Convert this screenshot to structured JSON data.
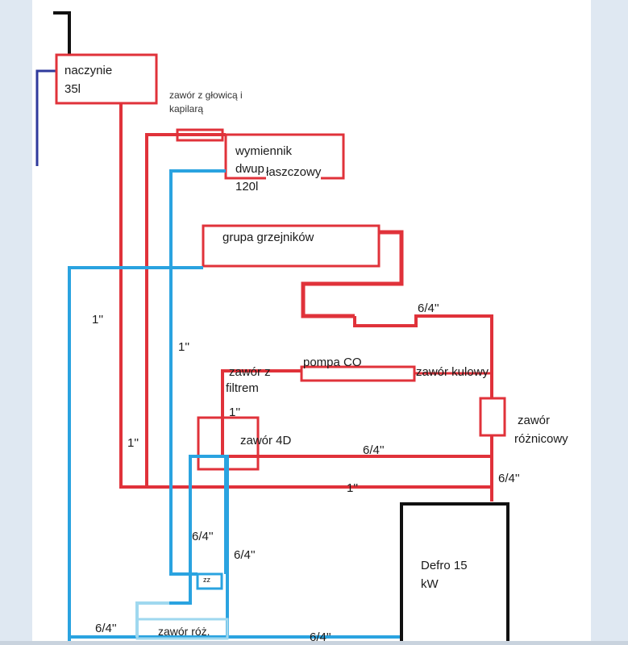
{
  "components": {
    "naczynie": {
      "line1": "naczynie",
      "line2": "35l"
    },
    "zawor_glowica": {
      "line1": "zawór z głowicą i",
      "line2": "kapilarą"
    },
    "wymiennik": {
      "line1": "wymiennik",
      "line2a": "dwup",
      "line2b": "łaszczowy",
      "line3": "120l"
    },
    "grupa": {
      "label": "grupa grzejników"
    },
    "pompa": {
      "label": "pompa CO"
    },
    "zawor_kulowy": {
      "label": "zawór kulowy"
    },
    "zawor_filtr": {
      "line1": "zawór z",
      "line2": "filtrem"
    },
    "zawor_4d": {
      "label": "zawór 4D"
    },
    "zawor_roznicowy": {
      "line1": "zawór",
      "line2": "różnicowy"
    },
    "defro": {
      "line1": "Defro 15",
      "line2": "kW"
    },
    "zawor_roz": {
      "label": "zawór róż."
    },
    "zz": {
      "label": "zz"
    }
  },
  "pipe_sizes": {
    "red_left_upper": "1''",
    "blue_mid_upper": "1''",
    "red_left_lower": "1''",
    "red_inner": "1''",
    "red_bottom_main": "1''",
    "red_top_right": "6/4''",
    "red_middle": "6/4''",
    "red_right": "6/4''",
    "blue_vertical_left": "6/4''",
    "blue_vertical_right": "6/4''",
    "blue_bottom_left": "6/4''",
    "blue_bottom_right": "6/4''"
  },
  "colors": {
    "supply": "#e0323a",
    "return": "#2aa3e0",
    "return_light": "#9fd8ef",
    "boiler": "#111111",
    "vent": "#2f3a9c"
  }
}
